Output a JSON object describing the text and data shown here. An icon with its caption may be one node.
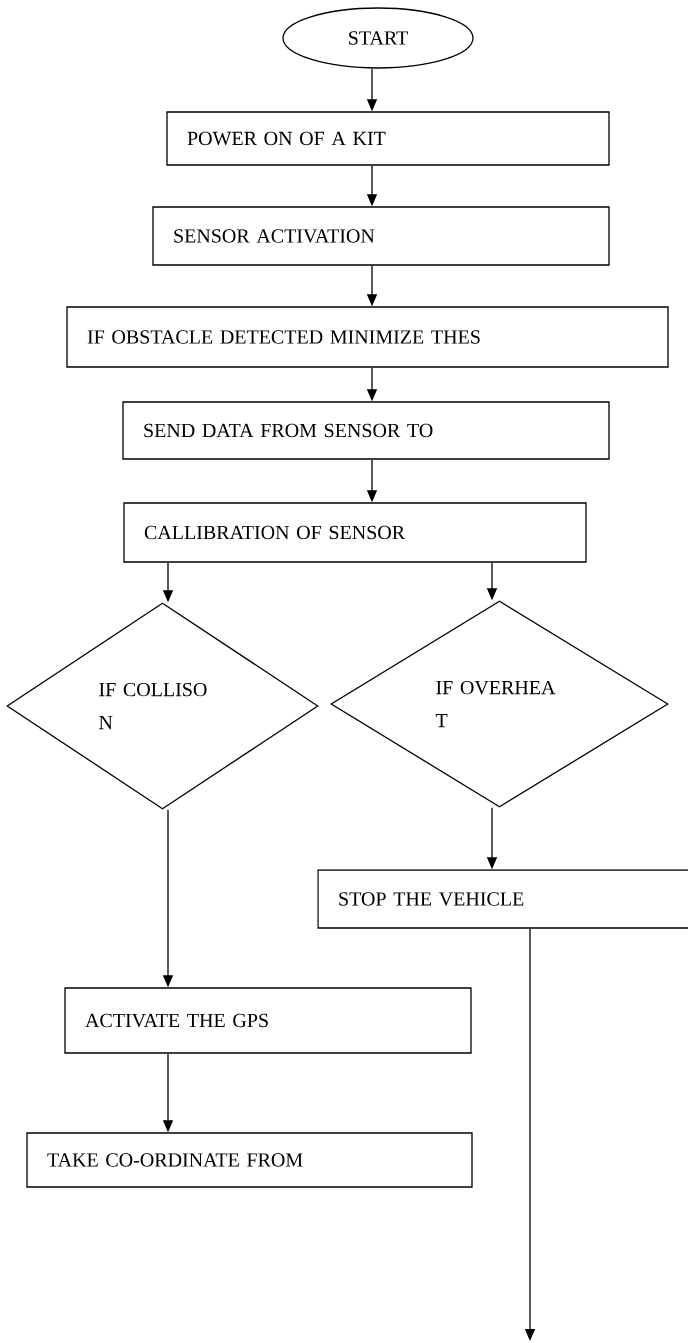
{
  "diagram": {
    "nodes": [
      {
        "text": [
          "START"
        ]
      },
      {
        "text": [
          "POWER  ON  OF  A  KIT"
        ]
      },
      {
        "text": [
          "SENSOR  ACTIVATION"
        ]
      },
      {
        "text": [
          "IF OBSTACLE  DETECTED MINIMIZE THES"
        ]
      },
      {
        "text": [
          "SEND  DATA  FROM  SENSOR TO"
        ]
      },
      {
        "text": [
          "CALLIBRATION  OF  SENSOR"
        ]
      },
      {
        "text": [
          "IF COLLISO N"
        ]
      },
      {
        "text": [
          "IF OVERHEA T"
        ]
      },
      {
        "text": [
          "STOP  THE  VEHICLE"
        ]
      },
      {
        "text": [
          "ACTIVATE  THE  GPS"
        ]
      },
      {
        "text": [
          "TAKE CO-ORDINATE  FROM"
        ]
      }
    ],
    "edges": [
      {
        "from": 0,
        "to": 1,
        "arrow": "to"
      },
      {
        "from": 1,
        "to": 2,
        "arrow": "to"
      },
      {
        "from": 2,
        "to": 3,
        "arrow": "to"
      },
      {
        "from": 3,
        "to": 4,
        "arrow": "to"
      },
      {
        "from": 4,
        "to": 5,
        "arrow": "to"
      },
      {
        "from": 5,
        "to": 6,
        "arrow": "to"
      },
      {
        "from": 5,
        "to": 7,
        "arrow": "to"
      },
      {
        "from": 6,
        "to": 9,
        "arrow": "to"
      },
      {
        "from": 7,
        "to": 8,
        "arrow": "to"
      },
      {
        "from": 9,
        "to": 10,
        "arrow": "to"
      },
      {
        "from": 8,
        "to": null,
        "arrow": "to"
      }
    ]
  }
}
